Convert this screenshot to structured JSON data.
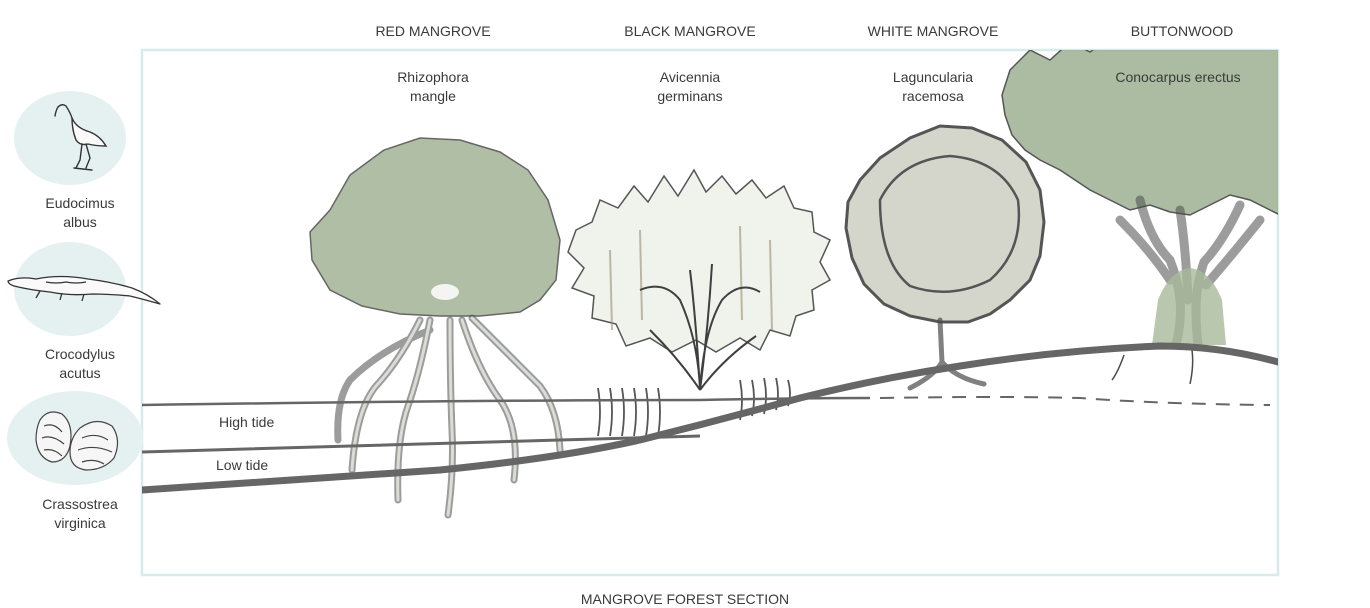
{
  "title": "MANGROVE FOREST SECTION",
  "colors": {
    "frame": "#d7ebeb",
    "fauna_circle": "#e5f1f1",
    "ground_line": "#666666",
    "tree_outline": "#4a4a4a",
    "foliage_green": "#8ea57e",
    "foliage_pale": "#e9eee6"
  },
  "tide_labels": {
    "high": "High tide",
    "low": "Low tide"
  },
  "species": [
    {
      "name": "RED MANGROVE",
      "sci_line1": "Rhizophora",
      "sci_line2": "mangle"
    },
    {
      "name": "BLACK MANGROVE",
      "sci_line1": "Avicennia",
      "sci_line2": "germinans"
    },
    {
      "name": "WHITE MANGROVE",
      "sci_line1": "Laguncularia",
      "sci_line2": "racemosa"
    },
    {
      "name": "BUTTONWOOD",
      "sci_line1": "Conocarpus erectus",
      "sci_line2": ""
    }
  ],
  "fauna": [
    {
      "icon": "ibis-icon",
      "line1": "Eudocimus",
      "line2": "albus"
    },
    {
      "icon": "crocodile-icon",
      "line1": "Crocodylus",
      "line2": "acutus"
    },
    {
      "icon": "oyster-icon",
      "line1": "Crassostrea",
      "line2": "virginica"
    }
  ]
}
